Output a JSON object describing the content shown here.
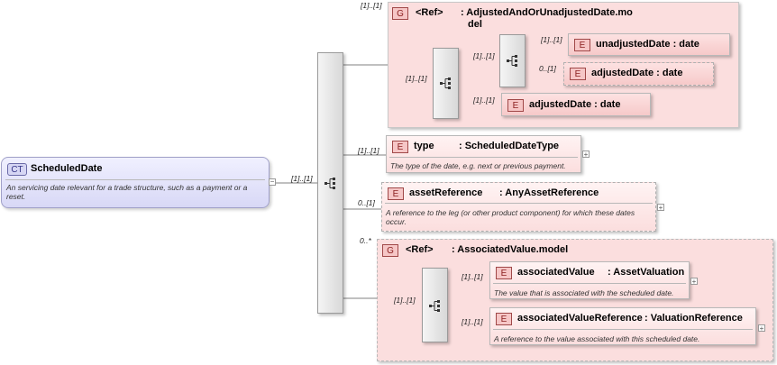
{
  "root": {
    "badge": "CT",
    "name": "ScheduledDate",
    "doc": "An servicing date relevant for a trade structure, such as a payment or a reset.",
    "cardinality": "[1]..[1]"
  },
  "group1": {
    "badge": "G",
    "ref": "<Ref>",
    "name_line1": ": AdjustedAndOrUnadjustedDate.mo",
    "name_line2": "del",
    "cardinality": "[1]..[1]",
    "choice_cardinality": "[1]..[1]",
    "seq_cardinality": "[1]..[1]",
    "items": [
      {
        "badge": "E",
        "name": "unadjustedDate : date",
        "cardinality": "[1]..[1]"
      },
      {
        "badge": "E",
        "name": "adjustedDate : date",
        "cardinality": "0..[1]"
      },
      {
        "badge": "E",
        "name": "adjustedDate : date",
        "cardinality": "[1]..[1]"
      }
    ]
  },
  "type_elem": {
    "badge": "E",
    "name": "type",
    "type": ": ScheduledDateType",
    "doc": "The type of the date, e.g. next or previous payment.",
    "cardinality": "[1]..[1]"
  },
  "asset_elem": {
    "badge": "E",
    "name": "assetReference",
    "type": ": AnyAssetReference",
    "doc": "A reference to the leg (or other product component) for which these dates occur.",
    "cardinality": "0..[1]"
  },
  "group2": {
    "badge": "G",
    "ref": "<Ref>",
    "name": ": AssociatedValue.model",
    "cardinality": "0..*",
    "seq_cardinality": "[1]..[1]",
    "items": [
      {
        "badge": "E",
        "name": "associatedValue",
        "type": ": AssetValuation",
        "doc": "The value that is associated with the scheduled date.",
        "cardinality": "[1]..[1]"
      },
      {
        "badge": "E",
        "name": "associatedValueReference",
        "type": ": ValuationReference",
        "doc": "A reference to the value associated with this scheduled date.",
        "cardinality": "[1]..[1]"
      }
    ]
  },
  "icons": {
    "expand": "+",
    "collapse": "−"
  }
}
